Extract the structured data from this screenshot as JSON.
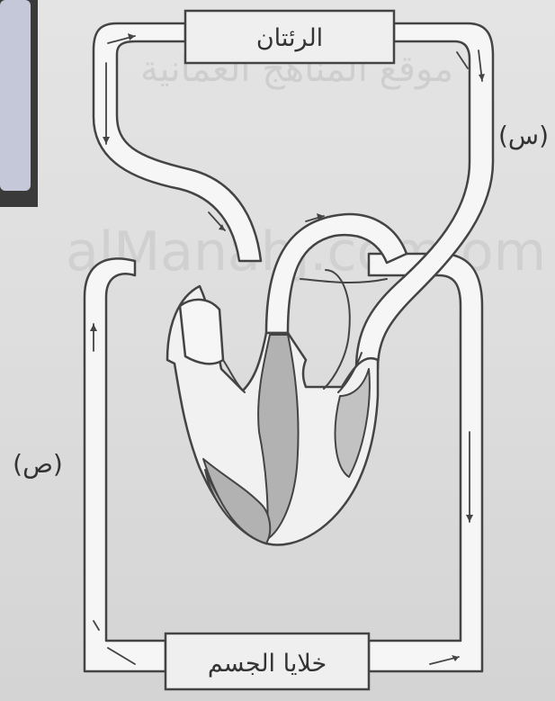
{
  "diagram": {
    "lungs_label": "الرئتان",
    "body_cells_label": "خلايا الجسم",
    "pulmonary_circuit_label": "(س)",
    "systemic_circuit_label": "(ص)"
  },
  "watermark": {
    "line1": "موقع المناهج العُمانية",
    "line2": "alManahj.com/om"
  },
  "colors": {
    "background": "#dedede",
    "vessel_fill": "#f6f6f6",
    "outline": "#444444",
    "heart_shading": "#b2b2b2",
    "side_panel": "#c5c8d8",
    "dark_corner": "#3a3a3a"
  }
}
